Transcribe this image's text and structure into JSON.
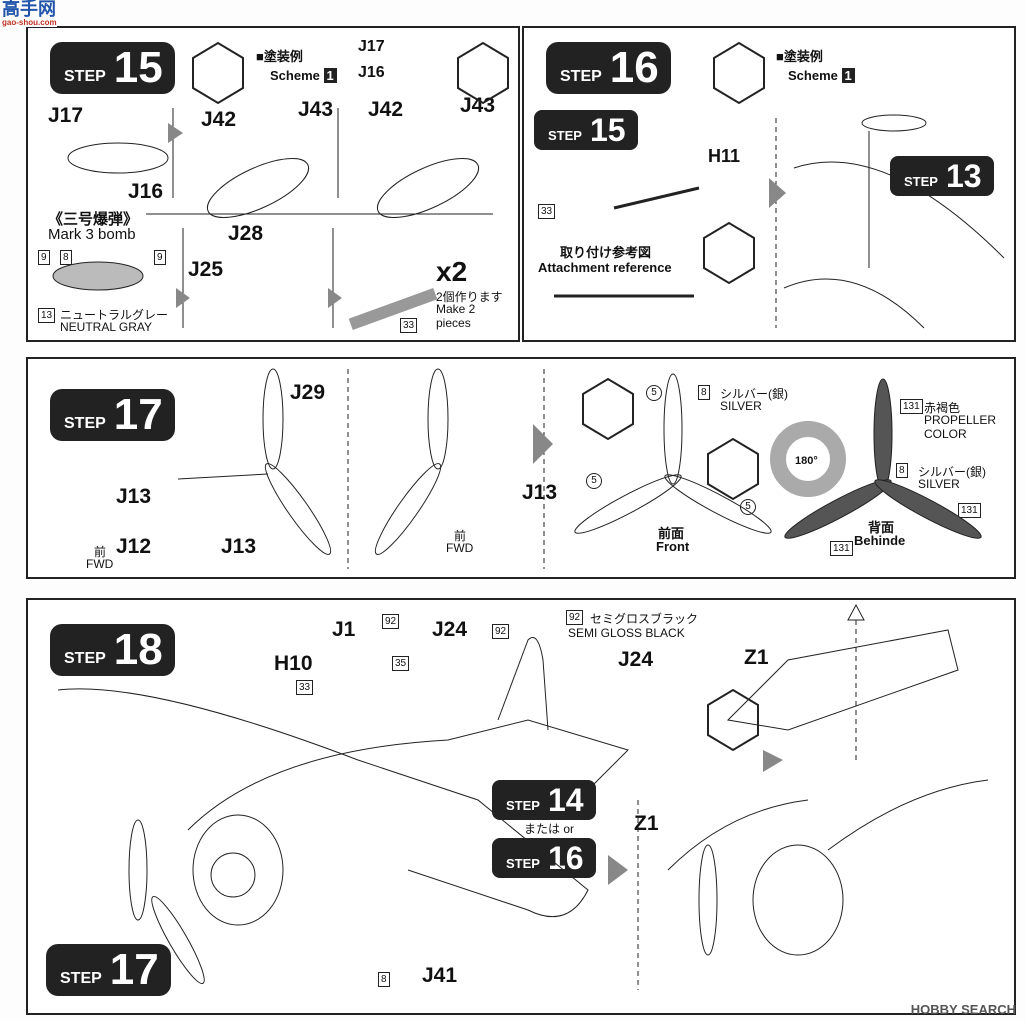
{
  "watermark_top": {
    "title": "高手网",
    "url": "gao-shou.com"
  },
  "watermark_bottom": "HOBBY SEARCH",
  "step15": {
    "step_word": "STEP",
    "number": "15",
    "scheme_jp": "■塗装例",
    "scheme_en": "Scheme",
    "scheme_num": "1",
    "parts": [
      "J17",
      "J16",
      "J42",
      "J43",
      "J42",
      "J43",
      "J28",
      "J25",
      "J17",
      "J16"
    ],
    "bomb_jp": "《三号爆弾》",
    "bomb_en": "Mark 3 bomb",
    "colors": [
      "9",
      "8",
      "9",
      "13"
    ],
    "gray_jp": "ニュートラルグレー",
    "gray_en": "NEUTRAL GRAY",
    "x2": "x2",
    "make_jp": "2個作ります",
    "make_en1": "Make 2",
    "make_en2": "pieces",
    "ref": "33"
  },
  "step16": {
    "step_word": "STEP",
    "number": "16",
    "scheme_jp": "■塗装例",
    "scheme_en": "Scheme",
    "scheme_num": "1",
    "sub_step": "15",
    "ref_step": "13",
    "part": "H11",
    "ref": "33",
    "attach_jp": "取り付け参考図",
    "attach_en": "Attachment reference"
  },
  "step17": {
    "step_word": "STEP",
    "number": "17",
    "parts": [
      "J29",
      "J13",
      "J12",
      "J13",
      "J13"
    ],
    "fwd_jp": "前",
    "fwd_en": "FWD",
    "silver_num": "8",
    "silver_jp": "シルバー(銀)",
    "silver_en": "SILVER",
    "prop_num": "131",
    "prop_jp": "赤褐色",
    "prop_en1": "PROPELLER",
    "prop_en2": "COLOR",
    "front_jp": "前面",
    "front_en": "Front",
    "back_jp": "背面",
    "back_en": "Behinde",
    "rotate": "180°",
    "mark": "5"
  },
  "step18": {
    "step_word": "STEP",
    "number": "18",
    "parts": [
      "J1",
      "J24",
      "H10",
      "J24",
      "Z1",
      "Z1",
      "J41"
    ],
    "refs": [
      "92",
      "35",
      "92",
      "33",
      "92",
      "8"
    ],
    "black_jp": "セミグロスブラック",
    "black_en": "SEMI GLOSS BLACK",
    "or_jp": "または",
    "or_en": "or",
    "alt_steps": [
      "14",
      "16"
    ],
    "prop_step": "17"
  }
}
